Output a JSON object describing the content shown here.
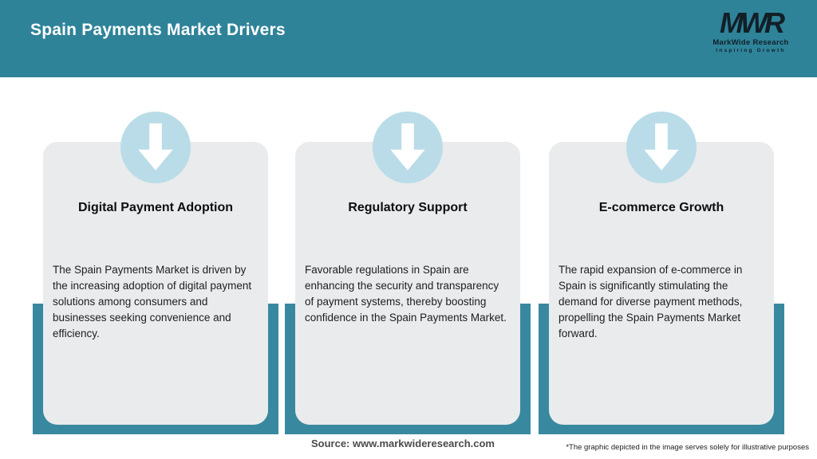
{
  "header": {
    "title": "Spain Payments Market Drivers",
    "logo": {
      "acronym": "MWR",
      "name": "MarkWide Research",
      "tagline": "Inspiring Growth"
    }
  },
  "cards": [
    {
      "icon": "down-arrow-icon",
      "title": "Digital Payment Adoption",
      "description": "The Spain Payments Market is driven by the increasing adoption of digital payment solutions among consumers and businesses seeking convenience and efficiency."
    },
    {
      "icon": "down-arrow-icon",
      "title": "Regulatory Support",
      "description": "Favorable regulations in Spain are enhancing the security and transparency of payment systems, thereby boosting confidence in the Spain Payments Market."
    },
    {
      "icon": "down-arrow-icon",
      "title": "E-commerce Growth",
      "description": "The rapid expansion of e-commerce in Spain is significantly stimulating the demand for diverse payment methods, propelling the Spain Payments Market forward."
    }
  ],
  "footer": {
    "source": "Source: www.markwideresearch.com",
    "disclaimer": "*The graphic depicted in the image serves solely for illustrative purposes"
  },
  "colors": {
    "header_teal": "#2e8399",
    "shadow_teal": "#38899f",
    "circle_blue": "#b9dce8",
    "card_gray": "#e9ebec",
    "logo_dark": "#121f28"
  }
}
